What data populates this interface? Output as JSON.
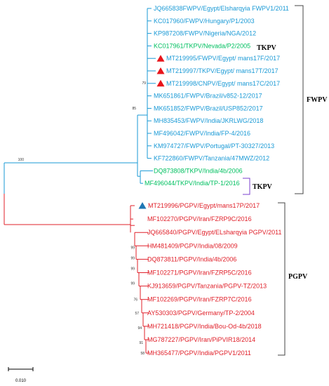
{
  "colors": {
    "fwpv": "#1a9ad6",
    "tkpv": "#00c060",
    "pgpv": "#e0202a",
    "marker_red": "#e8151b",
    "marker_blue": "#1f77b4",
    "bracket": "#444444",
    "tkpv_bracket": "#7b3fcf"
  },
  "fwpv_taxa": [
    {
      "label": "JQ665838FWPV/Egypt/Elsharqyia FWPV1/2011",
      "color": "fwpv",
      "marker": ""
    },
    {
      "label": "KC017960/FWPV/Hungary/P1/2003",
      "color": "fwpv",
      "marker": ""
    },
    {
      "label": "KP987208/FWPV/Nigeria/NGA/2012",
      "color": "fwpv",
      "marker": ""
    },
    {
      "label": "KC017961/TKPV/Nevada/P2/2005",
      "color": "tkpv",
      "marker": ""
    },
    {
      "label": "MT219995/FWPV/Egypt/ mans17F/2017",
      "color": "fwpv",
      "marker": "red-triangle"
    },
    {
      "label": "MT219997/TKPV/Egypt/ mans17T/2017",
      "color": "fwpv",
      "marker": "red-triangle"
    },
    {
      "label": "MT219998/CNPV/Egypt/ mans17C/2017",
      "color": "fwpv",
      "marker": "red-triangle"
    },
    {
      "label": "MK651861/FWPV/Brazil/v852-12/2017",
      "color": "fwpv",
      "marker": ""
    },
    {
      "label": "MK651852/FWPV/Brazil/USP852/2017",
      "color": "fwpv",
      "marker": ""
    },
    {
      "label": "MH835453/FWPV/India/JKRLWG/2018",
      "color": "fwpv",
      "marker": ""
    },
    {
      "label": "MF496042/FWPV/India/FP-4/2016",
      "color": "fwpv",
      "marker": ""
    },
    {
      "label": "KM974727/FWPV/Portugal/PT-30327/2013",
      "color": "fwpv",
      "marker": ""
    },
    {
      "label": "KF722860/FWPV/Tanzania/47MWZ/2012",
      "color": "fwpv",
      "marker": ""
    },
    {
      "label": "DQ873808/TKPV/India/4b/2006",
      "color": "tkpv",
      "marker": ""
    },
    {
      "label": "MF496044/TKPV/India/TP-1/2016",
      "color": "tkpv",
      "marker": ""
    }
  ],
  "pgpv_taxa": [
    {
      "label": "MT219996/PGPV/Egypt/mans17P/2017",
      "marker": "blue-triangle"
    },
    {
      "label": "MF102270/PGPV/Iran/FZRP9C/2016",
      "marker": ""
    },
    {
      "label": "JQ665840/PGPV/Egypt/ELsharqyia PGPV/2011",
      "marker": ""
    },
    {
      "label": "HM481409/PGPV/India/08/2009",
      "marker": ""
    },
    {
      "label": "DQ873811/PGPV/India/4b/2006",
      "marker": ""
    },
    {
      "label": "MF102271/PGPV/Iran/FZRP5C/2016",
      "marker": ""
    },
    {
      "label": "KJ913659/PGPV/Tanzania/PGPV-TZ/2013",
      "marker": ""
    },
    {
      "label": "MF102269/PGPV/Iran/FZRP7C/2016",
      "marker": ""
    },
    {
      "label": "AY530303/PGPV/Germany/TP-2/2004",
      "marker": ""
    },
    {
      "label": "MH721418/PGPV/India/Bou-Od-4b/2018",
      "marker": ""
    },
    {
      "label": "MG787227/PGPV/Iran/PiPVIR18/2014",
      "marker": ""
    },
    {
      "label": "MH365477/PGPV/India/PGPV1/2011",
      "marker": ""
    }
  ],
  "bootstrap": {
    "root": "100",
    "fwpv_inner": "85",
    "fwpv_core": "79",
    "pgpv_values": [
      "99",
      "99",
      "99",
      "99",
      "76",
      "57",
      "94",
      "91",
      "58"
    ]
  },
  "group_labels": {
    "fwpv": "FWPV",
    "tkpv_top": "TKPV",
    "tkpv_bottom": "TKPV",
    "pgpv": "PGPV"
  },
  "scale_bar": {
    "label": "0.010"
  }
}
